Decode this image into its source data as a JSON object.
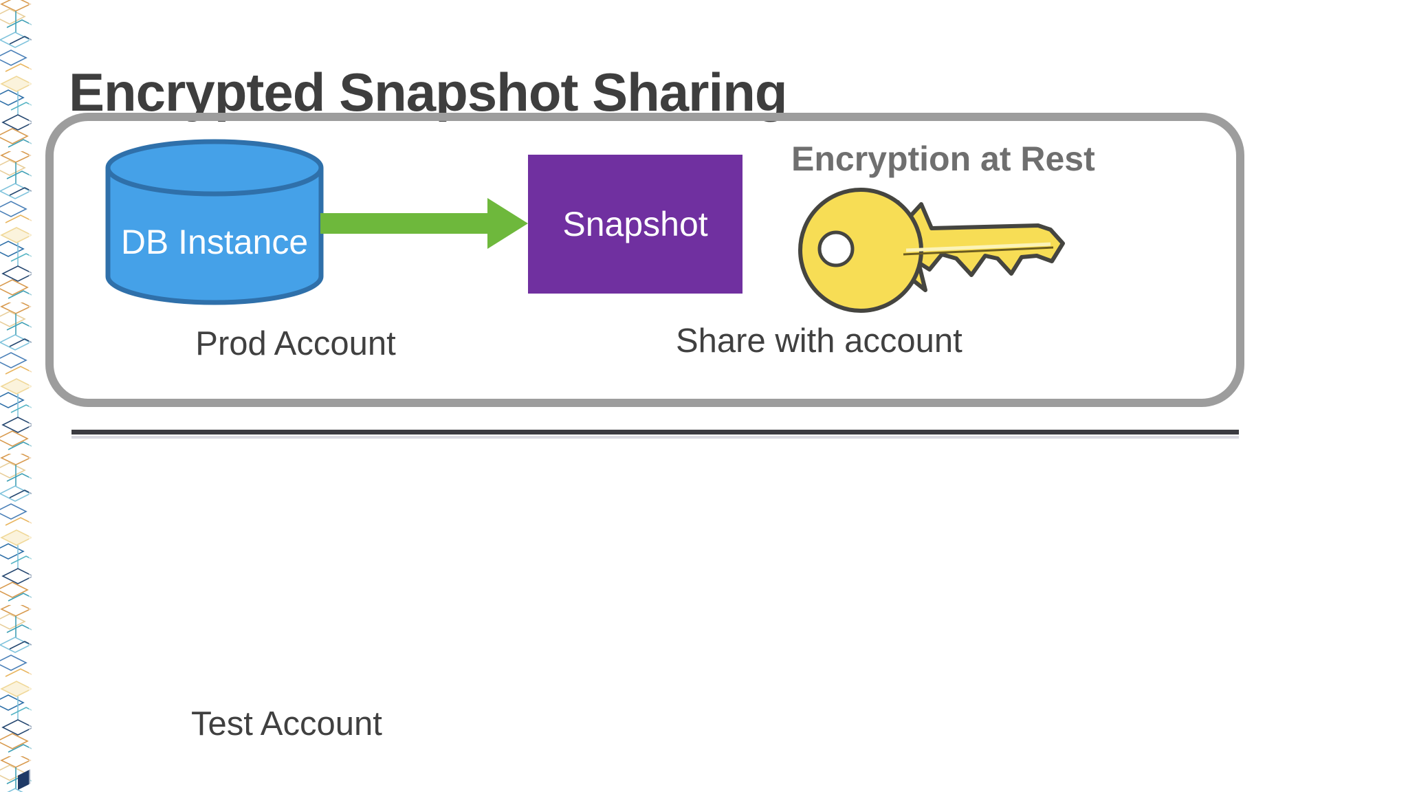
{
  "slide": {
    "title": "Encrypted Snapshot Sharing",
    "prod_account": {
      "db_instance_label": "DB Instance",
      "snapshot_label": "Snapshot",
      "account_label": "Prod Account",
      "encryption_heading": "Encryption at Rest",
      "share_caption": "Share with account"
    },
    "test_account": {
      "account_label": "Test Account"
    },
    "icons": {
      "database": "database-cylinder-icon",
      "arrow": "arrow-right-icon",
      "key": "key-icon",
      "left_border": "circuit-pattern-strip"
    },
    "colors": {
      "title_text": "#3E3E3E",
      "body_text": "#404040",
      "muted_heading_text": "#6F6F6F",
      "container_border": "#9D9D9D",
      "db_fill": "#45A1E8",
      "db_stroke": "#2F70AA",
      "arrow_green": "#6EB83C",
      "snapshot_purple": "#7030A0",
      "key_yellow": "#F7DD55",
      "key_outline": "#454540",
      "divider_dark": "#3B3B41",
      "divider_light": "#D9D9E0"
    }
  }
}
